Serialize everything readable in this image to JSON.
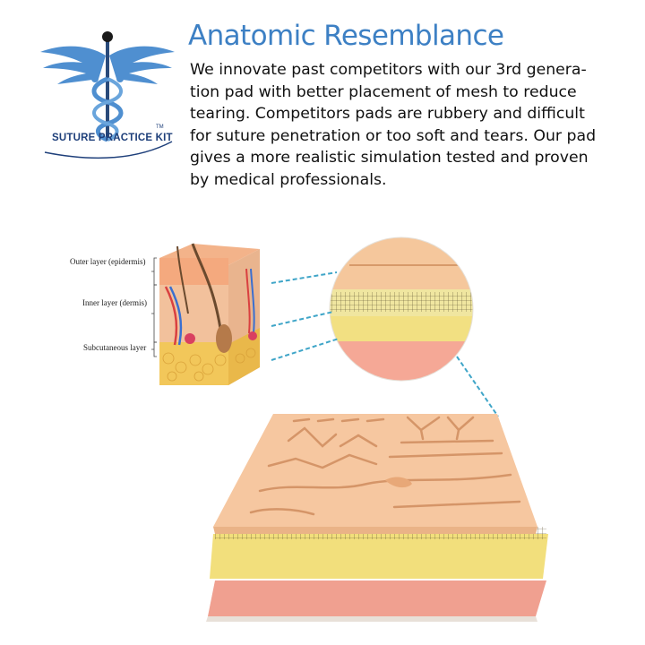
{
  "logo": {
    "brand": "SUTURE PRACTICE KIT",
    "tm": "TM",
    "icon": "caduceus-icon",
    "color": "#3d80c4"
  },
  "heading": {
    "title": "Anatomic Resemblance",
    "description_lines": [
      "We innovate past competitors with our 3rd genera-",
      "tion pad with better placement of mesh to reduce",
      "tearing. Competitors pads are rubbery and difficult",
      "for suture penetration or too soft and tears. Our pad",
      "gives a more realistic simulation tested and proven",
      "by medical professionals."
    ]
  },
  "skin_diagram": {
    "labels": {
      "outer": "Outer layer (epidermis)",
      "inner": "Inner layer (dermis)",
      "subcutaneous": "Subcutaneous layer"
    }
  },
  "colors": {
    "pad_top": "#f5c9a0",
    "pad_mesh": "#f0e07a",
    "pad_bottom": "#f2a292",
    "leader": "#3fa5c8"
  }
}
